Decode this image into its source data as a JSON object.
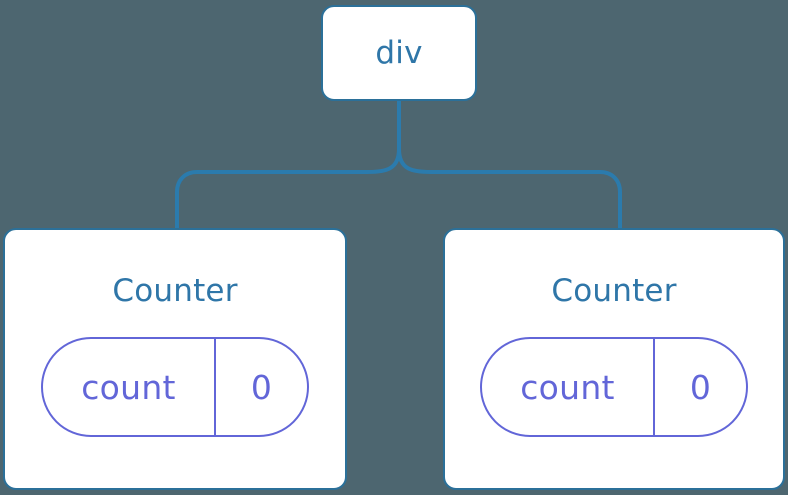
{
  "diagram": {
    "type": "component-tree",
    "title": "React component tree with two Counter children",
    "background_color": "#4d6670",
    "connector_color": "#2b7bad",
    "node_border_color": "#2b7099",
    "node_fill_color": "#ffffff",
    "node_label_color": "#2f76a8",
    "state_pill_color": "#6266d8"
  },
  "root": {
    "label": "div"
  },
  "children": [
    {
      "label": "Counter",
      "state": {
        "key": "count",
        "value": "0"
      }
    },
    {
      "label": "Counter",
      "state": {
        "key": "count",
        "value": "0"
      }
    }
  ]
}
